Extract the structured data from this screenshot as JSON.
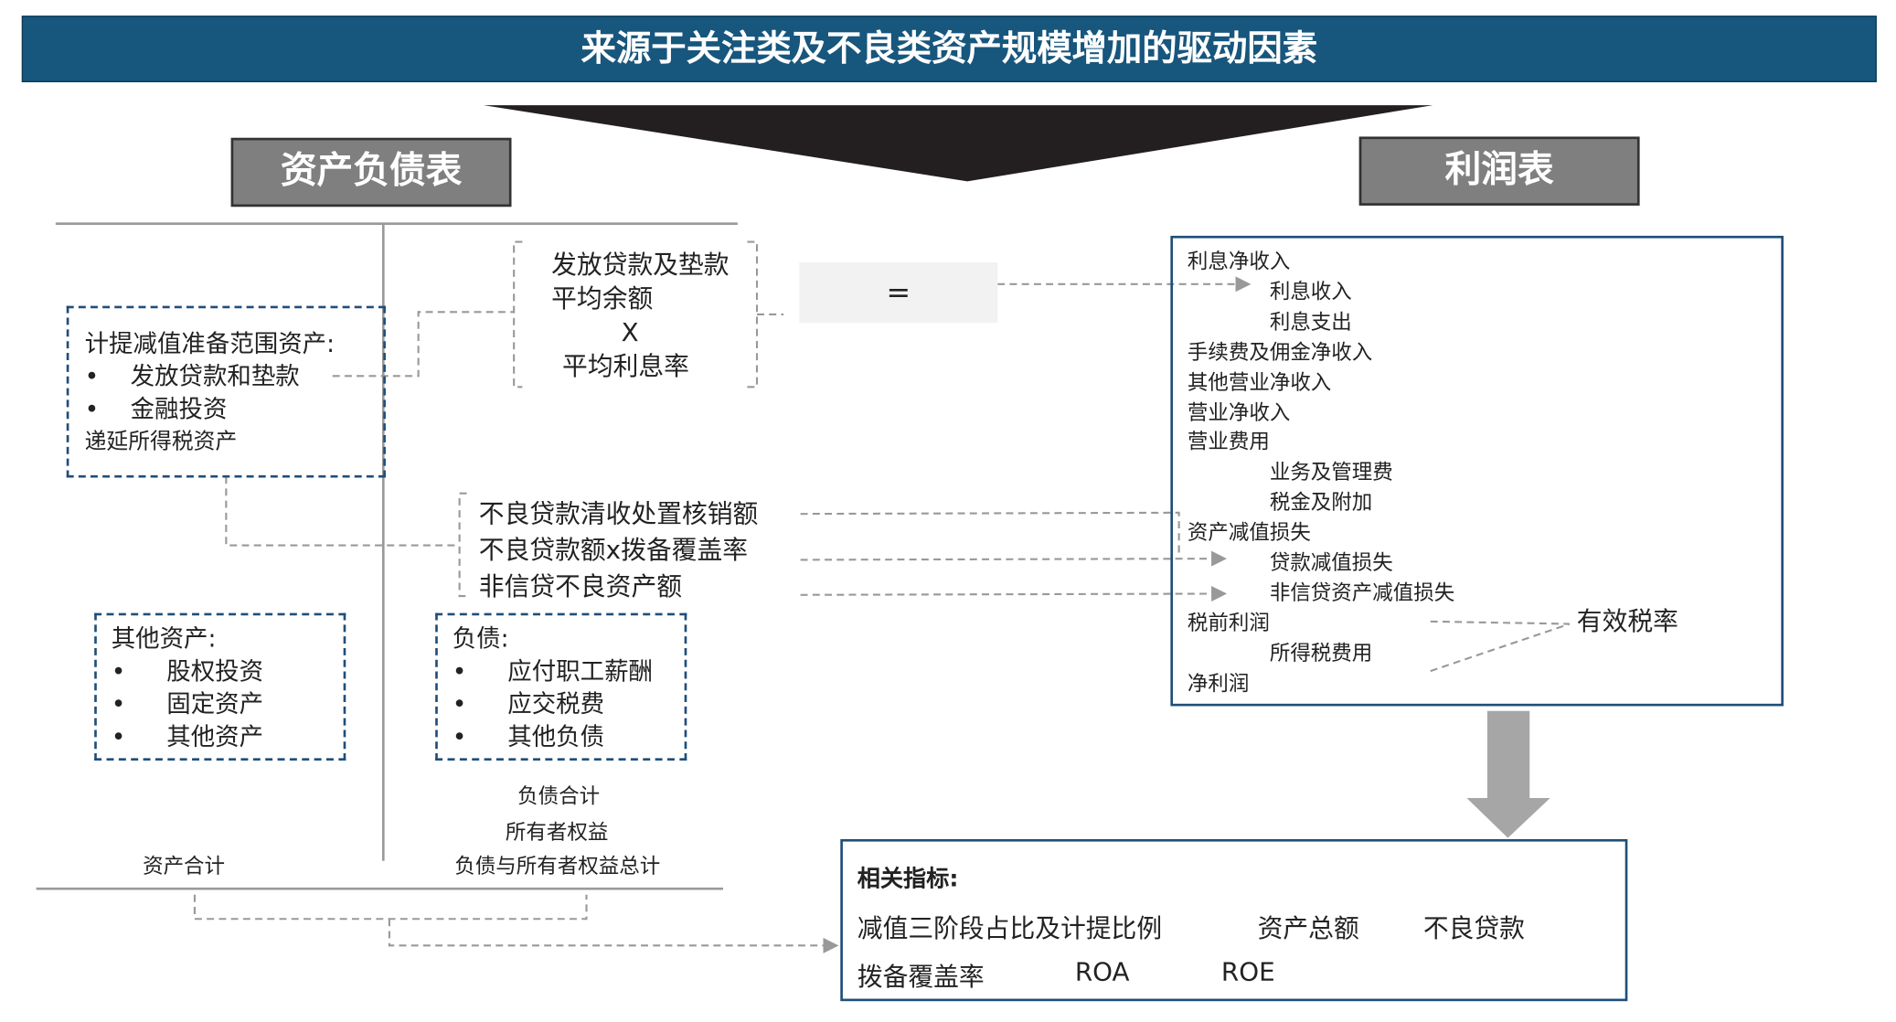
{
  "title": "来源于关注类及不良类资产规模增加的驱动因素",
  "balance_sheet_label": "资产负债表",
  "income_statement_label": "利润表",
  "provision_assets": {
    "heading": "计提减值准备范围资产:",
    "items": [
      "发放贷款和垫款",
      "金融投资"
    ],
    "extra": "递延所得税资产"
  },
  "formula": {
    "line1": "发放贷款及垫款",
    "line2": "平均余额",
    "op": "X",
    "line3": "平均利息率",
    "equals": "="
  },
  "npl_items": [
    "不良贷款清收处置核销额",
    "不良贷款额x拨备覆盖率",
    "非信贷不良资产额"
  ],
  "other_assets": {
    "heading": "其他资产:",
    "items": [
      "股权投资",
      "固定资产",
      "其他资产"
    ]
  },
  "liabilities": {
    "heading": "负债:",
    "items": [
      "应付职工薪酬",
      "应交税费",
      "其他负债"
    ]
  },
  "totals": {
    "liabilities": "负债合计",
    "equity": "所有者权益",
    "liab_equity": "负债与所有者权益总计",
    "assets": "资产合计"
  },
  "bullet": "•",
  "income_items": [
    {
      "label": "利息净收入",
      "indent": 0
    },
    {
      "label": "利息收入",
      "indent": 1
    },
    {
      "label": "利息支出",
      "indent": 1
    },
    {
      "label": "手续费及佣金净收入",
      "indent": 0
    },
    {
      "label": "其他营业净收入",
      "indent": 0
    },
    {
      "label": "营业净收入",
      "indent": 0
    },
    {
      "label": "营业费用",
      "indent": 0
    },
    {
      "label": "业务及管理费",
      "indent": 1
    },
    {
      "label": "税金及附加",
      "indent": 1
    },
    {
      "label": "资产减值损失",
      "indent": 0
    },
    {
      "label": "贷款减值损失",
      "indent": 1
    },
    {
      "label": "非信贷资产减值损失",
      "indent": 1
    },
    {
      "label": "税前利润",
      "indent": 0
    },
    {
      "label": "所得税费用",
      "indent": 1
    },
    {
      "label": "净利润",
      "indent": 0
    }
  ],
  "effective_tax_rate": "有效税率",
  "indicators": {
    "heading": "相关指标:",
    "items": [
      "减值三阶段占比及计提比例",
      "资产总额",
      "不良贷款",
      "拨备覆盖率",
      "ROA",
      "ROE"
    ]
  },
  "colors": {
    "title_bg": "#17567d",
    "navy": "#1f4e79",
    "gray_button": "#7f7f7f",
    "arrow": "#a6a6a6"
  }
}
